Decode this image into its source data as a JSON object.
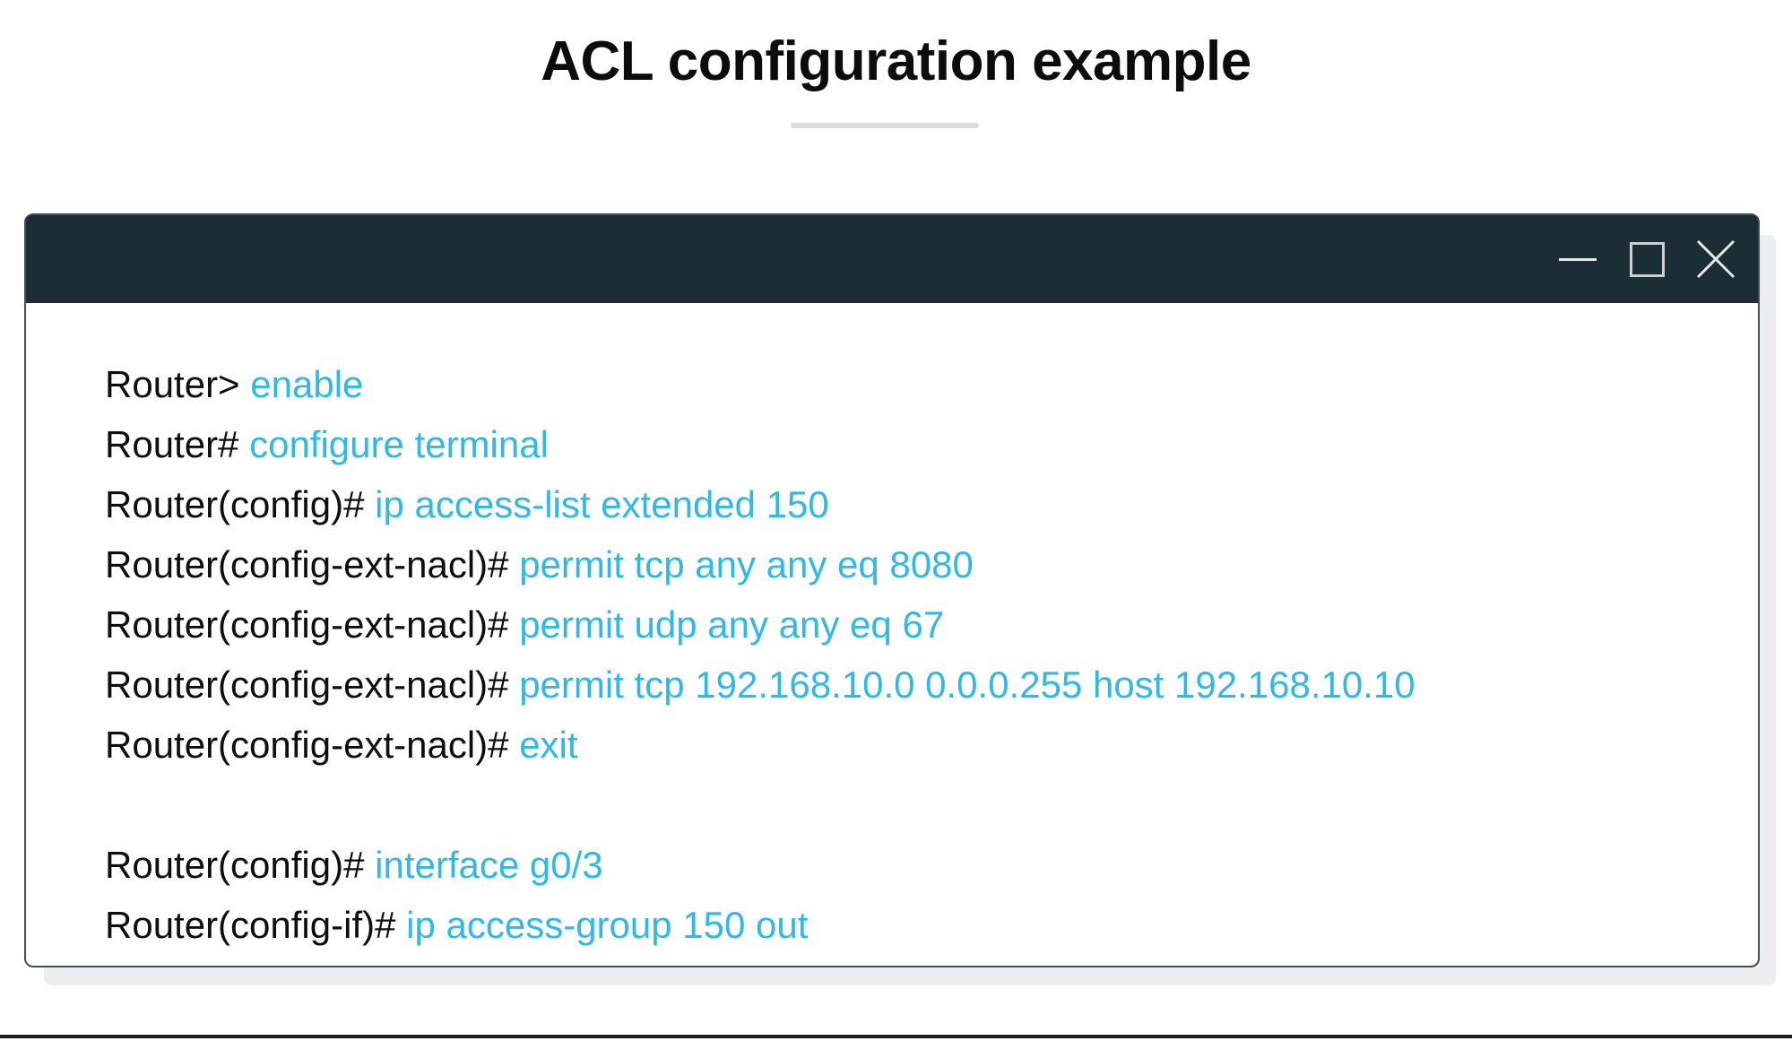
{
  "page": {
    "title": "ACL configuration example"
  },
  "colors": {
    "header-bg": "#1c2e35",
    "command-color": "#2fb9e6",
    "prompt-color": "#0e0e0e",
    "divider-color": "#dcdcdc",
    "bottombar-color": "#141f26"
  },
  "window": {
    "controls": {
      "minimize": "minimize",
      "maximize": "maximize",
      "close": "close"
    },
    "terminal_lines": [
      {
        "prompt": "Router>",
        "command": "enable"
      },
      {
        "prompt": "Router#",
        "command": "configure terminal"
      },
      {
        "prompt": "Router(config)#",
        "command": "ip access-list extended 150"
      },
      {
        "prompt": "Router(config-ext-nacl)#",
        "command": "permit tcp any any eq 8080"
      },
      {
        "prompt": "Router(config-ext-nacl)#",
        "command": "permit udp any any eq 67"
      },
      {
        "prompt": "Router(config-ext-nacl)#",
        "command": "permit tcp 192.168.10.0 0.0.0.255 host 192.168.10.10"
      },
      {
        "prompt": "Router(config-ext-nacl)#",
        "command": "exit"
      },
      {
        "prompt": "",
        "command": ""
      },
      {
        "prompt": "Router(config)#",
        "command": "interface g0/3"
      },
      {
        "prompt": "Router(config-if)#",
        "command": "ip access-group 150 out"
      }
    ]
  }
}
